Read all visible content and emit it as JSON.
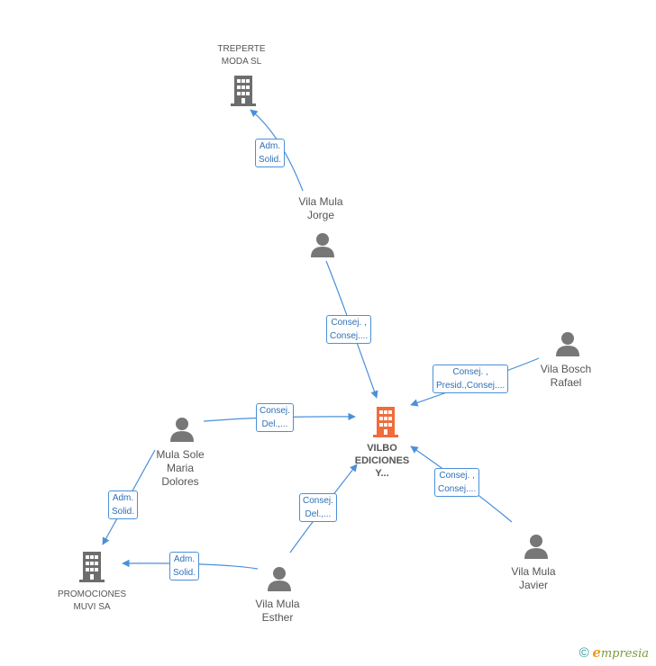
{
  "nodes": {
    "treperte": {
      "lines": [
        "TREPERTE",
        "MODA SL"
      ],
      "kind": "company"
    },
    "jorge": {
      "lines": [
        "Vila Mula",
        "Jorge"
      ],
      "kind": "person"
    },
    "vilbo": {
      "lines": [
        "VILBO",
        "EDICIONES",
        "Y..."
      ],
      "kind": "center-company"
    },
    "rafael": {
      "lines": [
        "Vila Bosch",
        "Rafael"
      ],
      "kind": "person"
    },
    "maria": {
      "lines": [
        "Mula Sole",
        "Maria",
        "Dolores"
      ],
      "kind": "person"
    },
    "muvi": {
      "lines": [
        "PROMOCIONES",
        "MUVI SA"
      ],
      "kind": "company"
    },
    "esther": {
      "lines": [
        "Vila Mula",
        "Esther"
      ],
      "kind": "person"
    },
    "javier": {
      "lines": [
        "Vila Mula",
        "Javier"
      ],
      "kind": "person"
    }
  },
  "edges": {
    "jorge_treperte": [
      "Adm.",
      "Solid."
    ],
    "jorge_vilbo": [
      "Consej. ,",
      "Consej...."
    ],
    "rafael_vilbo": [
      "Consej. ,",
      "Presid.,Consej...."
    ],
    "maria_vilbo": [
      "Consej.",
      "Del.,..."
    ],
    "maria_muvi": [
      "Adm.",
      "Solid."
    ],
    "esther_muvi": [
      "Adm.",
      "Solid."
    ],
    "esther_vilbo": [
      "Consej.",
      "Del.,..."
    ],
    "javier_vilbo": [
      "Consej. ,",
      "Consej...."
    ]
  },
  "colors": {
    "edge": "#4a90d9",
    "person_icon": "#777777",
    "company_icon": "#6d6d6d",
    "center_icon": "#f26b3a"
  },
  "footer": {
    "copyright_symbol": "©",
    "brand_initial": "e",
    "brand_rest": "mpresia"
  }
}
